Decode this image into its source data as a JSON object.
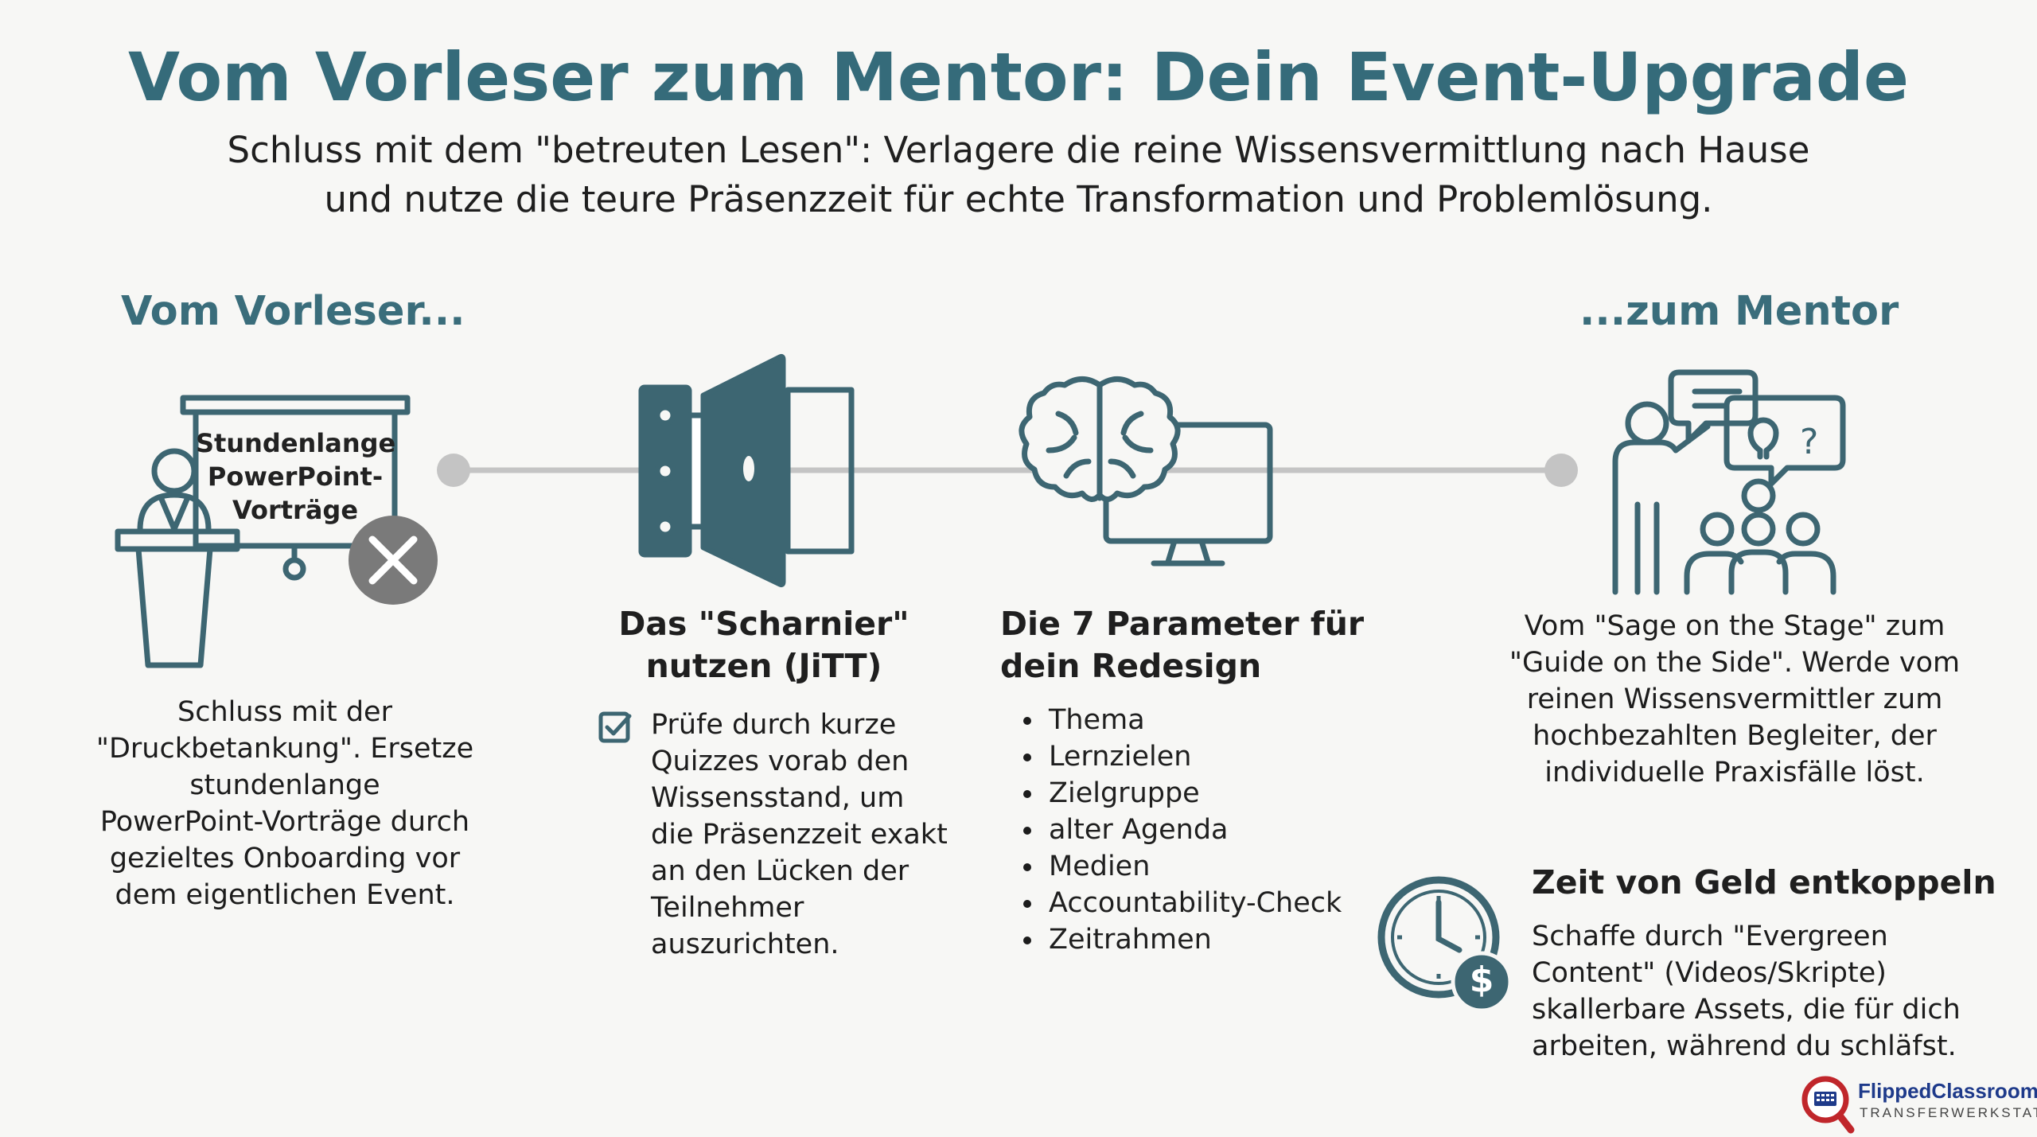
{
  "title": "Vom Vorleser zum Mentor: Dein Event-Upgrade",
  "subtitle_line1": "Schluss mit dem \"betreuten Lesen\": Verlagere die reine Wissensvermittlung nach Hause",
  "subtitle_line2": "und nutze die teure Präsenzzeit für echte Transformation und Problemlösung.",
  "left": {
    "heading": "Vom Vorleser...",
    "screen_lines": [
      "Stundenlange",
      "PowerPoint-",
      "Vorträge"
    ],
    "desc_lines": [
      "Schluss mit der",
      "\"Druckbetankung\". Ersetze",
      "stundenlange",
      "PowerPoint-Vorträge durch",
      "gezieltes Onboarding vor",
      "dem eigentlichen Event."
    ]
  },
  "hinge": {
    "title_lines": [
      "Das \"Scharnier\"",
      "nutzen (JiTT)"
    ],
    "desc_lines": [
      "Prüfe durch kurze",
      "Quizzes vorab den",
      "Wissensstand, um",
      "die Präsenzzeit exakt",
      "an den Lücken der",
      "Teilnehmer",
      "auszurichten."
    ]
  },
  "params": {
    "title_lines": [
      "Die 7 Parameter für",
      "dein Redesign"
    ],
    "items": [
      "Thema",
      "Lernzielen",
      "Zielgruppe",
      "alter Agenda",
      "Medien",
      "Accountability-Check",
      "Zeitrahmen"
    ]
  },
  "right": {
    "heading": "...zum Mentor",
    "desc_lines": [
      "Vom \"Sage on the Stage\" zum",
      "\"Guide on the Side\". Werde vom",
      "reinen Wissensvermittler zum",
      "hochbezahlten Begleiter, der",
      "individuelle Praxisfälle löst."
    ]
  },
  "decouple": {
    "title": "Zeit von Geld entkoppeln",
    "desc_lines": [
      "Schaffe durch \"Evergreen",
      "Content\" (Videos/Skripte)",
      "skallerbare Assets, die für dich",
      "arbeiten, während du schläfst."
    ],
    "dollar": "$"
  },
  "logo": {
    "name": "FlippedClassroom",
    "tagline": "TRANSFERWERKSTATT"
  },
  "colors": {
    "accent": "#356b7a",
    "icon_stroke": "#3d6672",
    "muted_gray": "#7a7a7a",
    "line_gray": "#c4c4c4",
    "logo_red": "#c0262b",
    "logo_blue": "#1e3a8a"
  }
}
